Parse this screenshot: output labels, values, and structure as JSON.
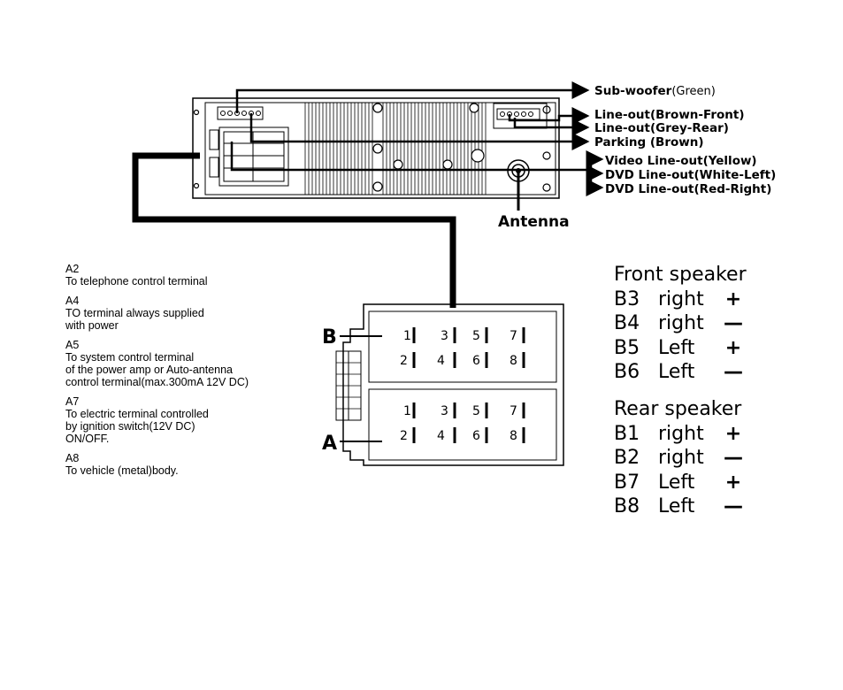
{
  "callouts": {
    "subwoofer_main": "Sub-woofer",
    "subwoofer_note": "(Green)",
    "line_out_front": "Line-out(Brown-Front)",
    "line_out_rear": "Line-out(Grey-Rear)",
    "parking": "Parking (Brown)",
    "video_out": "Video Line-out(Yellow)",
    "dvd_left": "DVD Line-out(White-Left)",
    "dvd_right": "DVD Line-out(Red-Right)",
    "antenna": "Antenna"
  },
  "connector": {
    "label_b": "B",
    "label_a": "A",
    "upper_pins": [
      "1",
      "3",
      "5",
      "7",
      "2",
      "4",
      "6",
      "8"
    ],
    "lower_pins": [
      "1",
      "3",
      "5",
      "7",
      "2",
      "4",
      "6",
      "8"
    ]
  },
  "notes": [
    {
      "id": "A2",
      "lines": [
        "To telephone control terminal"
      ]
    },
    {
      "id": "A4",
      "lines": [
        "TO terminal always supplied",
        "with power"
      ]
    },
    {
      "id": "A5",
      "lines": [
        "To system control terminal",
        "of the power amp or Auto-antenna",
        "control  terminal(max.300mA 12V DC)"
      ]
    },
    {
      "id": "A7",
      "lines": [
        "To electric terminal controlled",
        "by ignition switch(12V DC)",
        "ON/OFF."
      ]
    },
    {
      "id": "A8",
      "lines": [
        "To vehicle (metal)body."
      ]
    }
  ],
  "front_speaker": {
    "title": "Front speaker",
    "rows": [
      {
        "pin": "B3",
        "side": "right",
        "sign": "+"
      },
      {
        "pin": "B4",
        "side": "right",
        "sign": "—"
      },
      {
        "pin": "B5",
        "side": "Left",
        "sign": "+"
      },
      {
        "pin": "B6",
        "side": "Left",
        "sign": "—"
      }
    ]
  },
  "rear_speaker": {
    "title": "Rear speaker",
    "rows": [
      {
        "pin": "B1",
        "side": "right",
        "sign": "+"
      },
      {
        "pin": "B2",
        "side": "right",
        "sign": "—"
      },
      {
        "pin": "B7",
        "side": "Left",
        "sign": "+"
      },
      {
        "pin": "B8",
        "side": "Left",
        "sign": "—"
      }
    ]
  }
}
